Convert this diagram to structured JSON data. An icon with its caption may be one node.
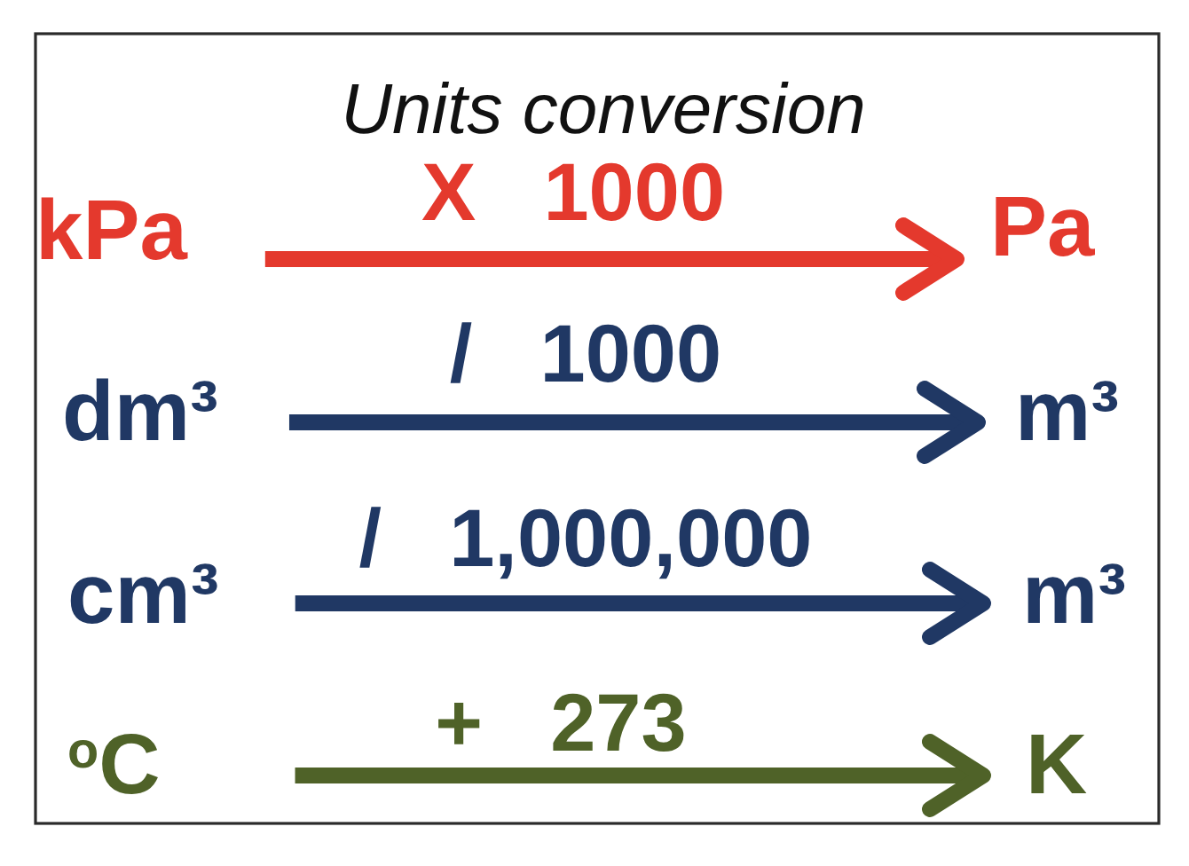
{
  "diagram": {
    "title": "Units conversion",
    "nodes": [
      {
        "text": [
          "kPa"
        ]
      },
      {
        "text": [
          "Pa"
        ]
      },
      {
        "text": [
          "dm³"
        ]
      },
      {
        "text": [
          "m³"
        ]
      },
      {
        "text": [
          "cm³"
        ]
      },
      {
        "text": [
          "m³"
        ]
      },
      {
        "text": [
          "$^{o}$C"
        ]
      },
      {
        "text": [
          "K"
        ]
      }
    ],
    "edges": [
      {
        "from": 0,
        "to": 1,
        "arrow": "to",
        "label": "X 1000",
        "color": "#e4392d"
      },
      {
        "from": 2,
        "to": 3,
        "arrow": "to",
        "label": "/ 1000"
      },
      {
        "from": 4,
        "to": 5,
        "arrow": "to",
        "label": "/ 1,000,000"
      },
      {
        "from": 6,
        "to": 7,
        "arrow": "to",
        "label": "+ 273",
        "color": "#4f6228"
      }
    ]
  }
}
